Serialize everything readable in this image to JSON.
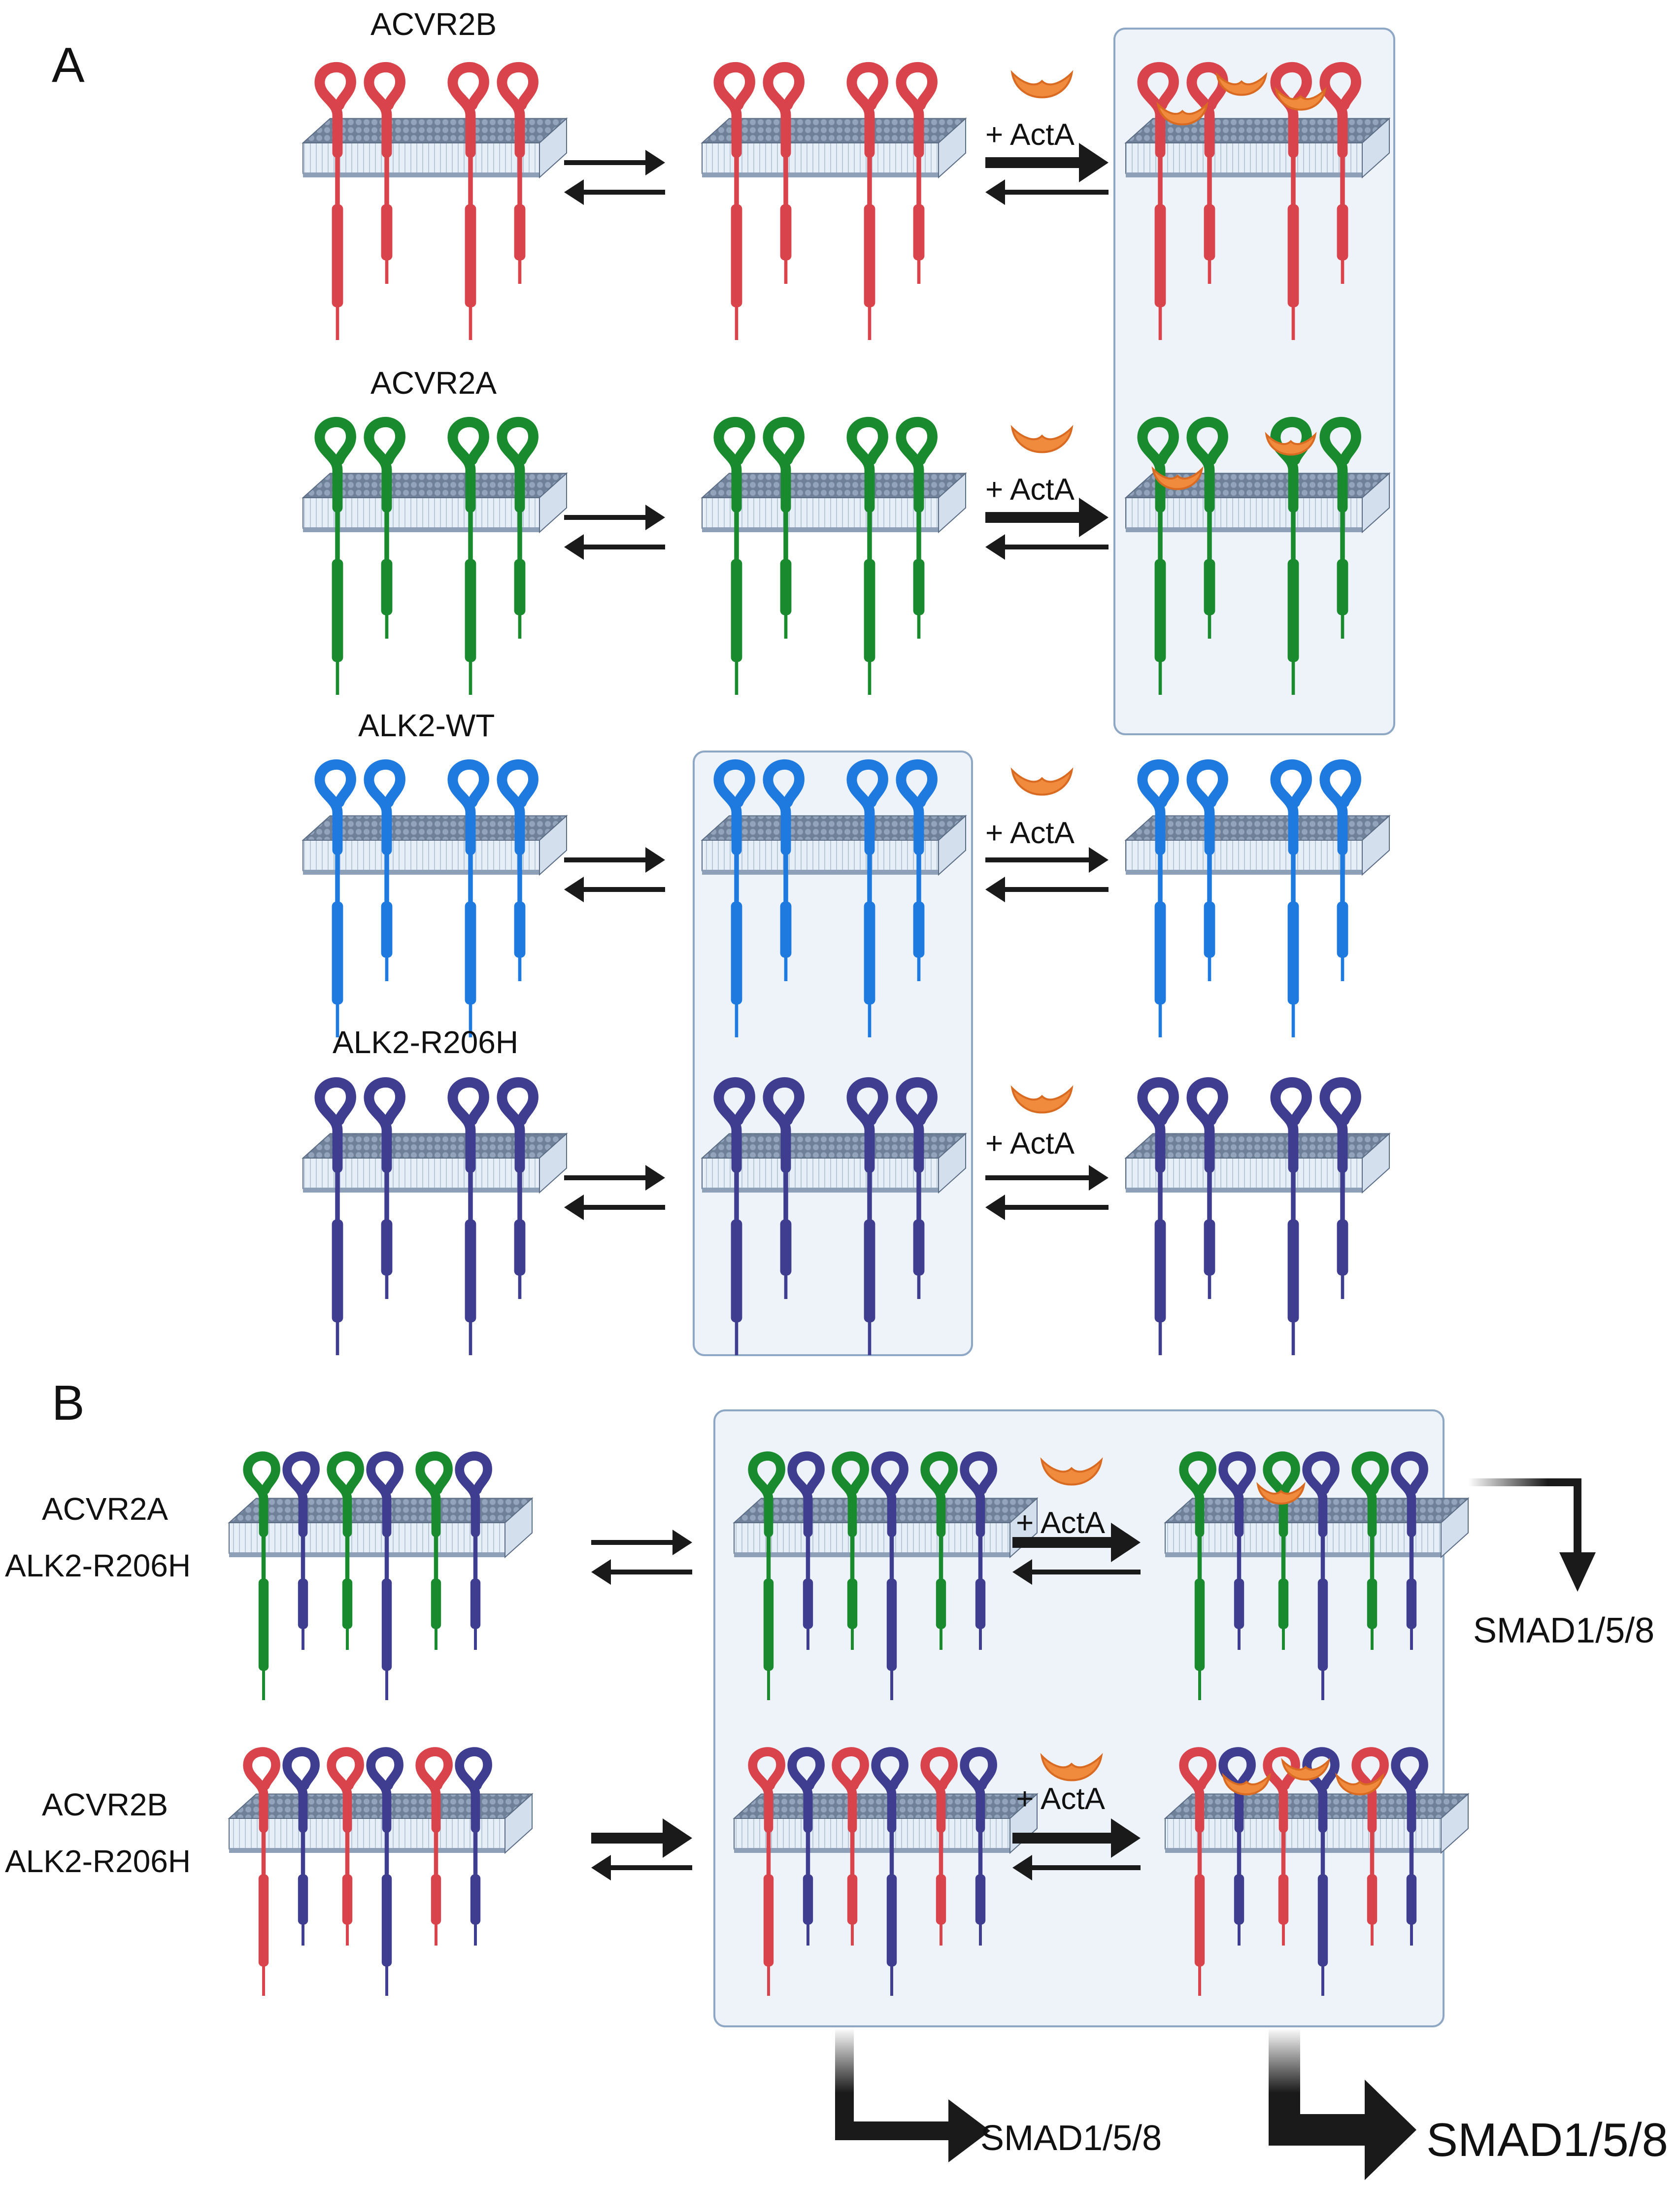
{
  "panels": {
    "a": "A",
    "b": "B"
  },
  "labels": {
    "acvr2b": "ACVR2B",
    "acvr2a": "ACVR2A",
    "alk2_wt": "ALK2-WT",
    "alk2_r206h": "ALK2-R206H",
    "b_acvr2a": "ACVR2A",
    "b_alk2_1": "ALK2-R206H",
    "b_acvr2b": "ACVR2B",
    "b_alk2_2": "ALK2-R206H"
  },
  "ligand_label": "+ ActA",
  "outputs": {
    "smad_top": "SMAD1/5/8",
    "smad_mid": "SMAD1/5/8",
    "smad_big": "SMAD1/5/8"
  },
  "colors": {
    "acvr2b": "#d9434b",
    "acvr2a": "#1a8a2e",
    "alk2_wt": "#1f7ae0",
    "alk2_r206h": "#3f3d8f",
    "activin": "#f08a3c",
    "membrane_head": "#7d8fa6",
    "membrane_tail": "#e6eef7",
    "highlight_box": "#eef3f9",
    "arrow": "#1a1a1a"
  }
}
